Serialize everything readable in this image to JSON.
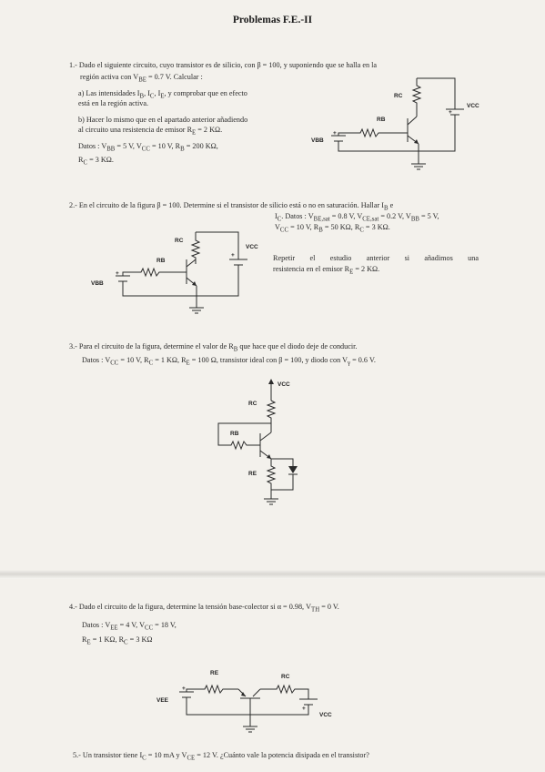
{
  "title": "Problemas F.E.-II",
  "p1": {
    "l1": "1.- Dado el siguiente circuito, cuyo transistor es de silicio, con β = 100, y suponiendo que se halla en la",
    "l2": "región activa con V",
    "l2s": "BE",
    "l2e": " = 0.7 V. Calcular :",
    "a1": "a) Las intensidades I",
    "a1s1": "B",
    "a1m1": ", I",
    "a1s2": "C",
    "a1m2": ", I",
    "a1s3": "E",
    "a1e": ", y comprobar que en efecto",
    "a2": "está en la región activa.",
    "b1": "b) Hacer lo mismo que en el apartado anterior añadiendo",
    "b2": "al circuito una resistencia de emisor R",
    "b2s": "E",
    "b2e": " = 2 KΩ.",
    "d1": "Datos : V",
    "d1s1": "BB",
    "d1m1": " = 5 V, V",
    "d1s2": "CC",
    "d1m2": " = 10 V, R",
    "d1s3": "B",
    "d1e": " = 200 KΩ,",
    "d2": "R",
    "d2s": "C",
    "d2e": " = 3 KΩ."
  },
  "p2": {
    "l1": "2.- En el circuito de la figura β = 100. Determine si el transistor de silicio está o no en saturación. Hallar I",
    "l1s": "B",
    "l1e": " e",
    "l2": "I",
    "l2s": "C",
    "l2e": ". Datos : V",
    "l2s2": "BE,sat",
    "l2m2": " = 0.8 V, V",
    "l2s3": "CE,sat",
    "l2m3": " = 0.2 V, V",
    "l2s4": "BB",
    "l2e4": " = 5 V,",
    "l3": "V",
    "l3s": "CC",
    "l3m": " = 10 V, R",
    "l3s2": "B",
    "l3m2": " = 50 KΩ, R",
    "l3s3": "C",
    "l3e": " = 3 KΩ.",
    "r1": "Repetir el estudio anterior si añadimos una",
    "r2": "resistencia en el emisor R",
    "r2s": "E",
    "r2e": " = 2 KΩ."
  },
  "p3": {
    "l1": "3.- Para el circuito de la figura, determine el valor de R",
    "l1s": "B",
    "l1e": " que hace que el diodo deje de conducir.",
    "l2": "Datos : V",
    "l2s": "CC",
    "l2m": " = 10 V, R",
    "l2s2": "C",
    "l2m2": " = 1 KΩ, R",
    "l2s3": "E",
    "l2e": " = 100 Ω, transistor ideal con β = 100, y diodo con V",
    "l2s4": "γ",
    "l2e4": " = 0.6 V."
  },
  "p4": {
    "l1": "4.- Dado el circuito de la figura, determine la tensión base-colector si α = 0.98, V",
    "l1s": "TH",
    "l1e": " = 0 V.",
    "d1": "Datos : V",
    "d1s": "EE",
    "d1m": " = 4 V, V",
    "d1s2": "CC",
    "d1e": " = 18 V,",
    "d2": "R",
    "d2s": "E",
    "d2m": " = 1 KΩ, R",
    "d2s2": "C",
    "d2e": " = 3 KΩ"
  },
  "p5": {
    "l1": "5.- Un transistor tiene I",
    "l1s": "C",
    "l1m": " = 10 mA y V",
    "l1s2": "CE",
    "l1e": " = 12 V. ¿Cuánto vale la potencia disipada en el transistor?"
  },
  "labels": {
    "rc": "RC",
    "rb": "RB",
    "re": "RE",
    "vcc": "VCC",
    "vbb": "VBB",
    "vee": "VEE",
    "plus": "+"
  }
}
